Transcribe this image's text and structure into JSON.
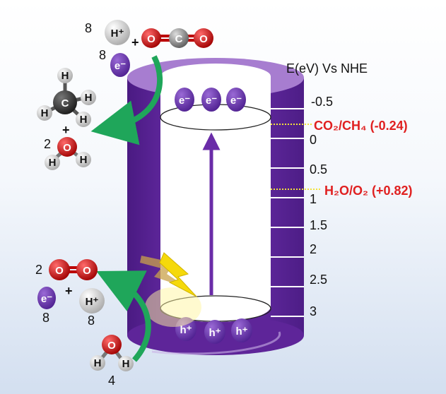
{
  "axis": {
    "title": "E(eV) Vs NHE",
    "ticks": [
      "-0.5",
      "0",
      "0.5",
      "1",
      "1.5",
      "2",
      "2.5",
      "3"
    ]
  },
  "levels": {
    "co2_ch4": "CO₂/CH₄ (-0.24)",
    "h2o_o2": "H₂O/O₂ (+0.82)"
  },
  "carriers": {
    "electron": "e⁻",
    "hole": "h⁺"
  },
  "top_reaction": {
    "proton_count": "8",
    "proton_label": "H⁺",
    "plus1": "+",
    "electron_count": "8",
    "methane_plus": "+",
    "water_count": "2",
    "co2_c": "C",
    "co2_o": "O",
    "methane_c": "C",
    "h": "H",
    "water_o": "O"
  },
  "bottom_reaction": {
    "o2_count": "2",
    "o2_o": "O",
    "plus": "+",
    "electron_count": "8",
    "proton_label": "H⁺",
    "proton_count": "8",
    "water_count": "4",
    "water_o": "O",
    "h": "H"
  },
  "colors": {
    "cylinder": "#6a2ca8",
    "cylinder_light": "#a77dd0",
    "carrier": "#6a32b5",
    "arrow": "#1fa65a",
    "redox_label": "#e02020",
    "oxygen": "#d01010",
    "carbon": "#333333",
    "co2_carbon": "#888888"
  }
}
